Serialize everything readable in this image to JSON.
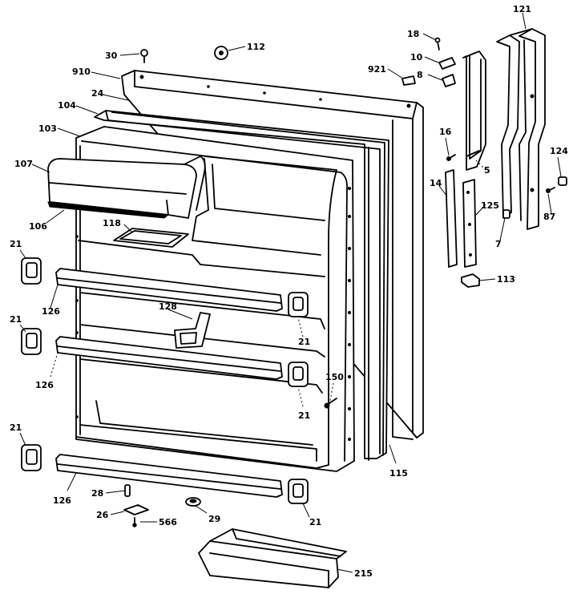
{
  "callouts": {
    "c30": "30",
    "c112": "112",
    "c910": "910",
    "c24": "24",
    "c104": "104",
    "c103": "103",
    "c107": "107",
    "c106": "106",
    "c118": "118",
    "c21a": "21",
    "c21b": "21",
    "c21c": "21",
    "c21d": "21",
    "c21e": "21",
    "c21f": "21",
    "c126a": "126",
    "c126b": "126",
    "c126c": "126",
    "c128": "128",
    "c150": "150",
    "c28": "28",
    "c26": "26",
    "c566": "566",
    "c29": "29",
    "c215": "215",
    "c115": "115",
    "c18": "18",
    "c10": "10",
    "c921": "921",
    "c8": "8",
    "c121": "121",
    "c16": "16",
    "c14": "14",
    "c5": "5",
    "c125": "125",
    "c124": "124",
    "c87": "87",
    "c7": "7",
    "c113": "113"
  }
}
